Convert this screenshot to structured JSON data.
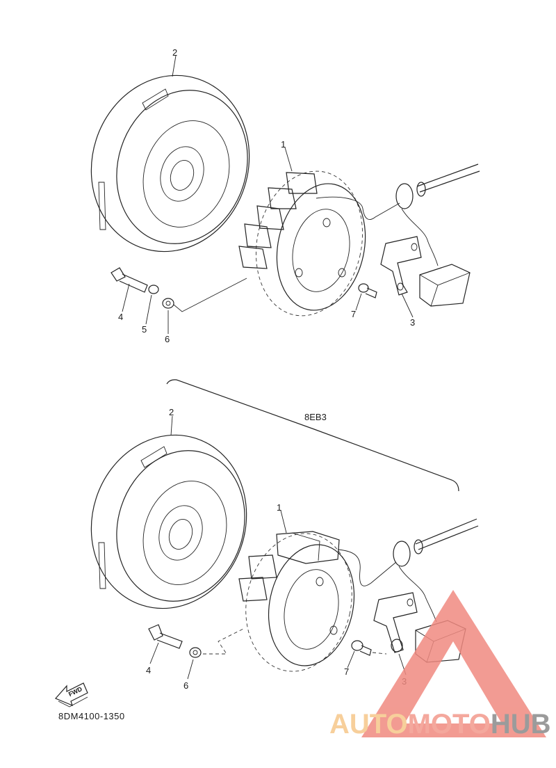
{
  "diagram": {
    "upper_assembly": {
      "part_labels": [
        "1",
        "2",
        "3",
        "4",
        "5",
        "6",
        "7"
      ]
    },
    "lower_assembly": {
      "variant_code": "8EB3",
      "part_labels": [
        "1",
        "2",
        "3",
        "4",
        "6",
        "7"
      ]
    },
    "fwd_label": "FWD",
    "figure_code": "8DM4100-1350"
  },
  "watermark": {
    "part1": "AUTO",
    "part2": "MOTO",
    "part3": "HUB",
    "colors": {
      "auto": "#f6c78a",
      "moto": "#f39a8c",
      "hub": "#8a8a8a",
      "triangle": "#f08a80"
    }
  }
}
